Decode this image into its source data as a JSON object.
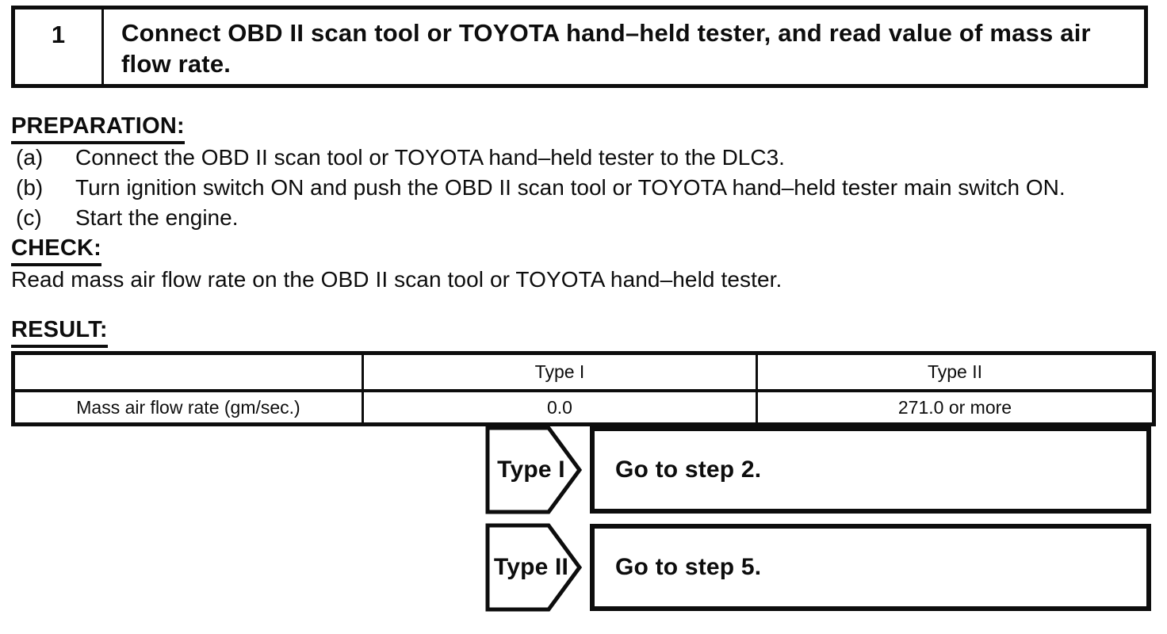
{
  "step_box": {
    "number": "1",
    "instruction": "Connect OBD II scan tool or TOYOTA hand–held tester, and read value of mass air flow rate."
  },
  "preparation": {
    "heading": "PREPARATION:",
    "items": [
      {
        "label": "(a)",
        "text": "Connect the OBD II scan tool or TOYOTA hand–held tester to the DLC3."
      },
      {
        "label": "(b)",
        "text": "Turn ignition switch ON and push the OBD II scan tool or TOYOTA hand–held tester main switch ON."
      },
      {
        "label": "(c)",
        "text": "Start the engine."
      }
    ]
  },
  "check": {
    "heading": "CHECK:",
    "text": "Read mass air flow rate on the OBD II scan tool or TOYOTA hand–held tester."
  },
  "result": {
    "heading": "RESULT:",
    "table": {
      "headers": [
        "",
        "Type I",
        "Type II"
      ],
      "rows": [
        [
          "Mass air flow rate (gm/sec.)",
          "0.0",
          "271.0 or more"
        ]
      ]
    },
    "directives": [
      {
        "condition": "Type I",
        "action": "Go to step 2."
      },
      {
        "condition": "Type II",
        "action": "Go to step 5."
      }
    ]
  },
  "colors": {
    "ink": "#0d0d0d",
    "paper": "#ffffff"
  }
}
